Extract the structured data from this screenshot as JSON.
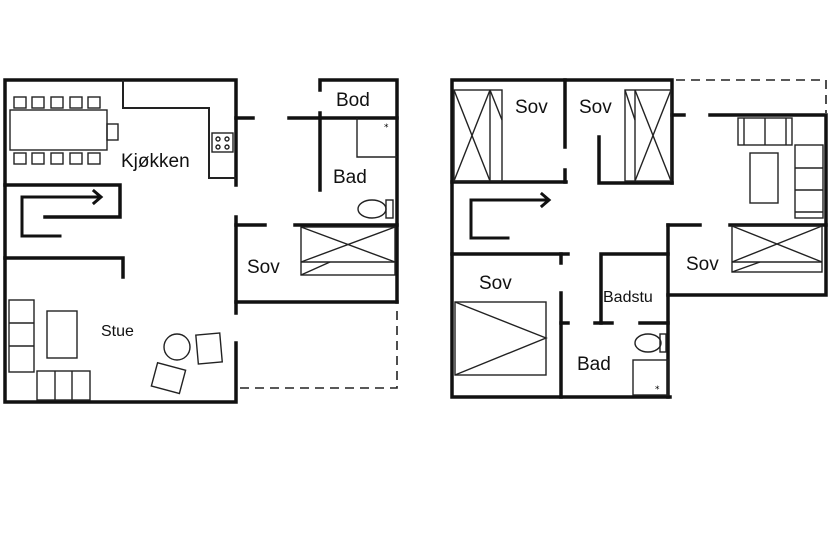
{
  "floor_1": {
    "rooms": {
      "kitchen": "Kjøkken",
      "living": "Stue",
      "storage": "Bod",
      "bathroom": "Bad",
      "bedroom": "Sov"
    }
  },
  "floor_2": {
    "rooms": {
      "bedroom_1": "Sov",
      "bedroom_2": "Sov",
      "bedroom_3": "Sov",
      "bedroom_4": "Sov",
      "sauna": "Badstu",
      "bathroom": "Bad"
    }
  }
}
